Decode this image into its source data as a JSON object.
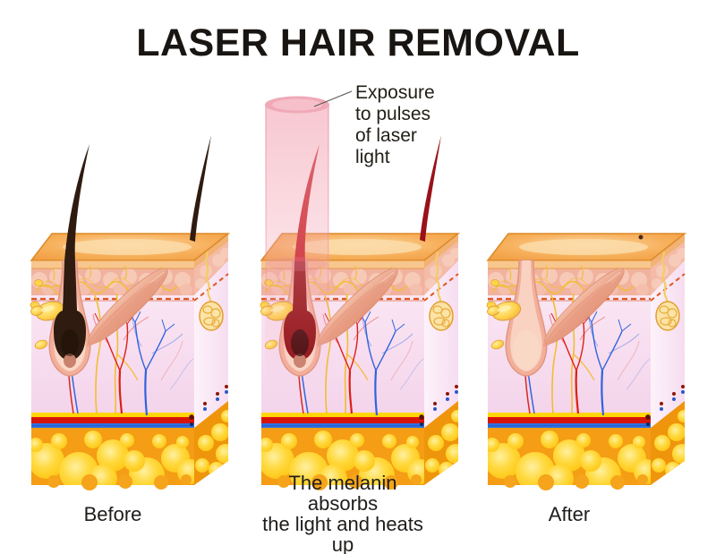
{
  "title": "LASER HAIR REMOVAL",
  "annotation": {
    "text": "Exposure\nto pulses\nof laser\nlight"
  },
  "panels": [
    {
      "caption": "Before",
      "hair": "dark-brown"
    },
    {
      "caption": "The melanin absorbs\nthe light and heats up",
      "hair": "red-heated-by-laser"
    },
    {
      "caption": "After",
      "hair": "removed"
    }
  ],
  "colors": {
    "background": "#ffffff",
    "title_text": "#181512",
    "caption_text": "#1f1d1b",
    "laser_beam_pink": "#f3a8b6",
    "epidermis_orange": "#f5a44a",
    "papillary_pink": "#f1b29e",
    "dermis_pink_lavender": "#f8e3f1",
    "fat_yellow": "#ffc607",
    "artery_red": "#e0170b",
    "vein_blue": "#2f6fe0",
    "nerve_yellow": "#f2be2e",
    "hair_before": "#2f1b10",
    "hair_heated": "#c2181c"
  }
}
